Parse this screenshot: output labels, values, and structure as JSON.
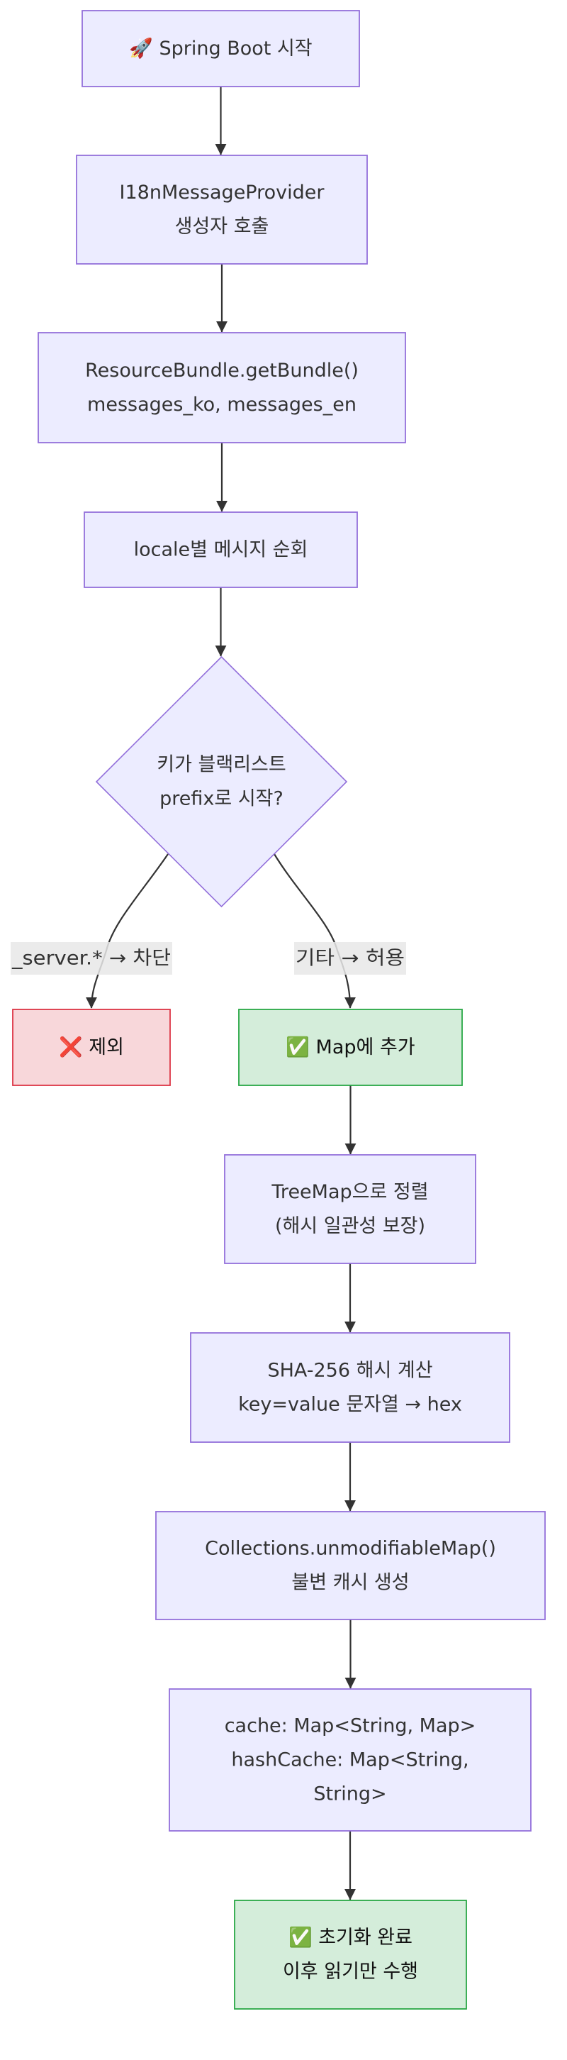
{
  "diagram": {
    "type": "flowchart",
    "direction": "top-down",
    "colors": {
      "default_fill": "#ECECFF",
      "default_stroke": "#9370DB",
      "error_fill": "#f8d7da",
      "error_stroke": "#dc3545",
      "success_fill": "#d4edda",
      "success_stroke": "#28a745",
      "edge": "#333333",
      "text": "#333333",
      "label_bg": "#e8e8e8"
    },
    "nodes": [
      {
        "id": "start",
        "shape": "rect",
        "style": "default",
        "icon": "rocket-icon",
        "lines": [
          "🚀 Spring Boot 시작"
        ]
      },
      {
        "id": "ctor",
        "shape": "rect",
        "style": "default",
        "lines": [
          "I18nMessageProvider",
          "생성자 호출"
        ]
      },
      {
        "id": "bundle",
        "shape": "rect",
        "style": "default",
        "lines": [
          "ResourceBundle.getBundle()",
          "messages_ko, messages_en"
        ]
      },
      {
        "id": "loop",
        "shape": "rect",
        "style": "default",
        "lines": [
          "locale별 메시지 순회"
        ]
      },
      {
        "id": "check",
        "shape": "diamond",
        "style": "default",
        "lines": [
          "키가 블랙리스트",
          "prefix로 시작?"
        ]
      },
      {
        "id": "exclude",
        "shape": "rect",
        "style": "error",
        "icon": "cross-mark-icon",
        "lines": [
          "❌ 제외"
        ]
      },
      {
        "id": "add",
        "shape": "rect",
        "style": "success",
        "icon": "check-mark-icon",
        "lines": [
          "✅ Map에 추가"
        ]
      },
      {
        "id": "sort",
        "shape": "rect",
        "style": "default",
        "lines": [
          "TreeMap으로 정렬",
          "(해시 일관성 보장)"
        ]
      },
      {
        "id": "hash",
        "shape": "rect",
        "style": "default",
        "lines": [
          "SHA-256 해시 계산",
          "key=value 문자열 → hex"
        ]
      },
      {
        "id": "immutable",
        "shape": "rect",
        "style": "default",
        "lines": [
          "Collections.unmodifiableMap()",
          "불변 캐시 생성"
        ]
      },
      {
        "id": "cache",
        "shape": "rect",
        "style": "default",
        "lines": [
          "cache: Map<String, Map>",
          "hashCache: Map<String,",
          "String>"
        ]
      },
      {
        "id": "done",
        "shape": "rect",
        "style": "success",
        "icon": "check-mark-icon",
        "lines": [
          "✅ 초기화 완료",
          "이후 읽기만 수행"
        ]
      }
    ],
    "edges": [
      {
        "from": "start",
        "to": "ctor",
        "label": ""
      },
      {
        "from": "ctor",
        "to": "bundle",
        "label": ""
      },
      {
        "from": "bundle",
        "to": "loop",
        "label": ""
      },
      {
        "from": "loop",
        "to": "check",
        "label": ""
      },
      {
        "from": "check",
        "to": "exclude",
        "label": "_server.* → 차단"
      },
      {
        "from": "check",
        "to": "add",
        "label": "기타 → 허용"
      },
      {
        "from": "add",
        "to": "sort",
        "label": ""
      },
      {
        "from": "sort",
        "to": "hash",
        "label": ""
      },
      {
        "from": "hash",
        "to": "immutable",
        "label": ""
      },
      {
        "from": "immutable",
        "to": "cache",
        "label": ""
      },
      {
        "from": "cache",
        "to": "done",
        "label": ""
      }
    ]
  }
}
